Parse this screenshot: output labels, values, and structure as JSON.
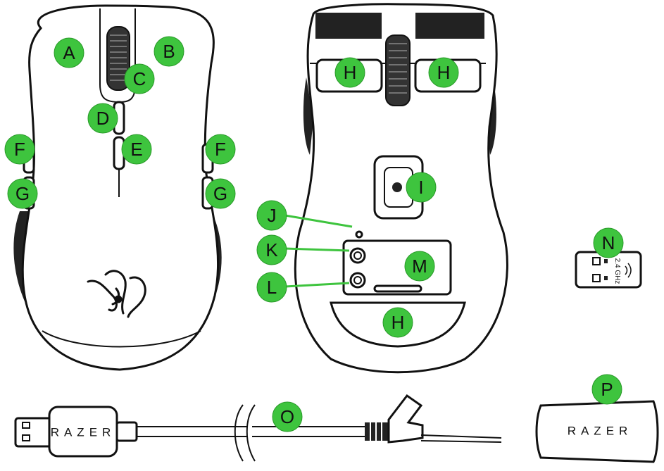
{
  "callouts": {
    "A": "A",
    "B": "B",
    "C": "C",
    "D": "D",
    "E": "E",
    "F_left": "F",
    "F_right": "F",
    "G_left": "G",
    "G_right": "G",
    "H_left": "H",
    "H_right": "H",
    "H_bottom": "H",
    "I": "I",
    "J": "J",
    "K": "K",
    "L": "L",
    "M": "M",
    "N": "N",
    "O": "O",
    "P": "P"
  },
  "branding": {
    "cable_plug_label": "RAZER",
    "adapter_label": "RAZER",
    "dongle_text": "2.4 GHz"
  },
  "colors": {
    "callout_green": "#3ec43e",
    "outline": "#111111"
  },
  "icons": [
    "razer-snake-logo-icon",
    "usb-connector-icon",
    "wireless-signal-icon"
  ]
}
